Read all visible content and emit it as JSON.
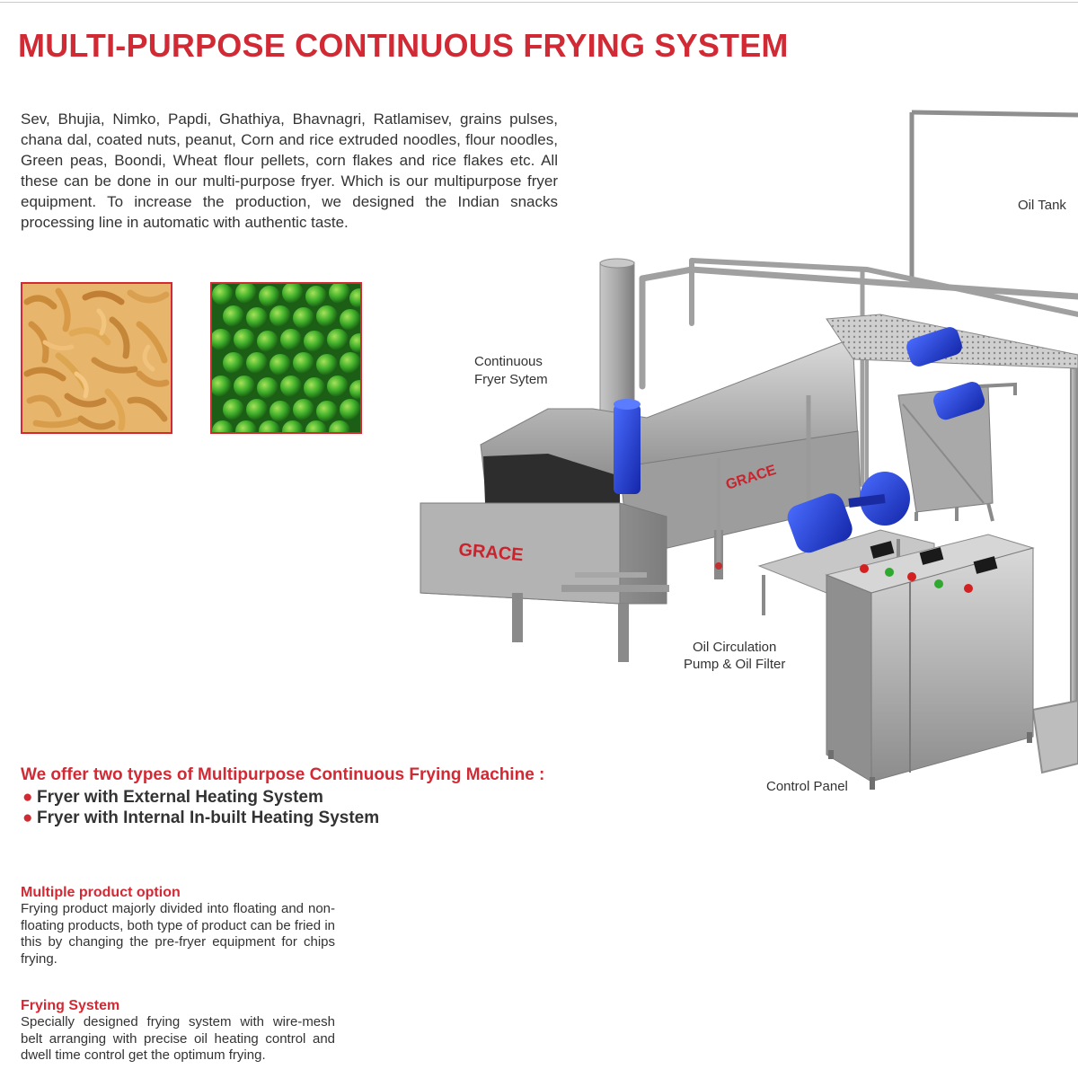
{
  "title": "MULTI-PURPOSE CONTINUOUS FRYING SYSTEM",
  "intro": "Sev, Bhujia, Nimko, Papdi, Ghathiya, Bhavnagri, Ratlamisev, grains pulses, chana dal, coated nuts, peanut, Corn and rice extruded noodles, flour noodles, Green peas, Boondi, Wheat flour pellets, corn flakes and rice flakes etc.  All these can be done in our multi-purpose fryer. Which is our multipurpose fryer equipment. To increase the production, we designed the Indian snacks processing line in automatic with authentic taste.",
  "colors": {
    "accent": "#d12a35",
    "text": "#333333",
    "steel": "#b9b9b9",
    "motor": "#1f3fd0"
  },
  "machine": {
    "brand_front": "GRACE",
    "brand_side": "GRACE",
    "labels": {
      "oil_tank": "Oil Tank",
      "fryer_line1": "Continuous",
      "fryer_line2": "Fryer Sytem",
      "pump_line1": "Oil Circulation",
      "pump_line2": "Pump & Oil Filter",
      "control_panel": "Control Panel"
    }
  },
  "offer": {
    "title": "We offer two types of Multipurpose Continuous Frying Machine :",
    "items": [
      "Fryer with External Heating System",
      "Fryer with Internal In-built Heating System"
    ]
  },
  "features": [
    {
      "title": "Multiple product option",
      "text": "Frying product majorly divided into floating and non-floating products, both type of product can be fried in this by changing the pre-fryer equipment for chips frying."
    },
    {
      "title": "Frying System",
      "text": "Specially designed frying system with wire-mesh belt arranging with precise oil heating control and dwell time control get the optimum frying."
    }
  ]
}
